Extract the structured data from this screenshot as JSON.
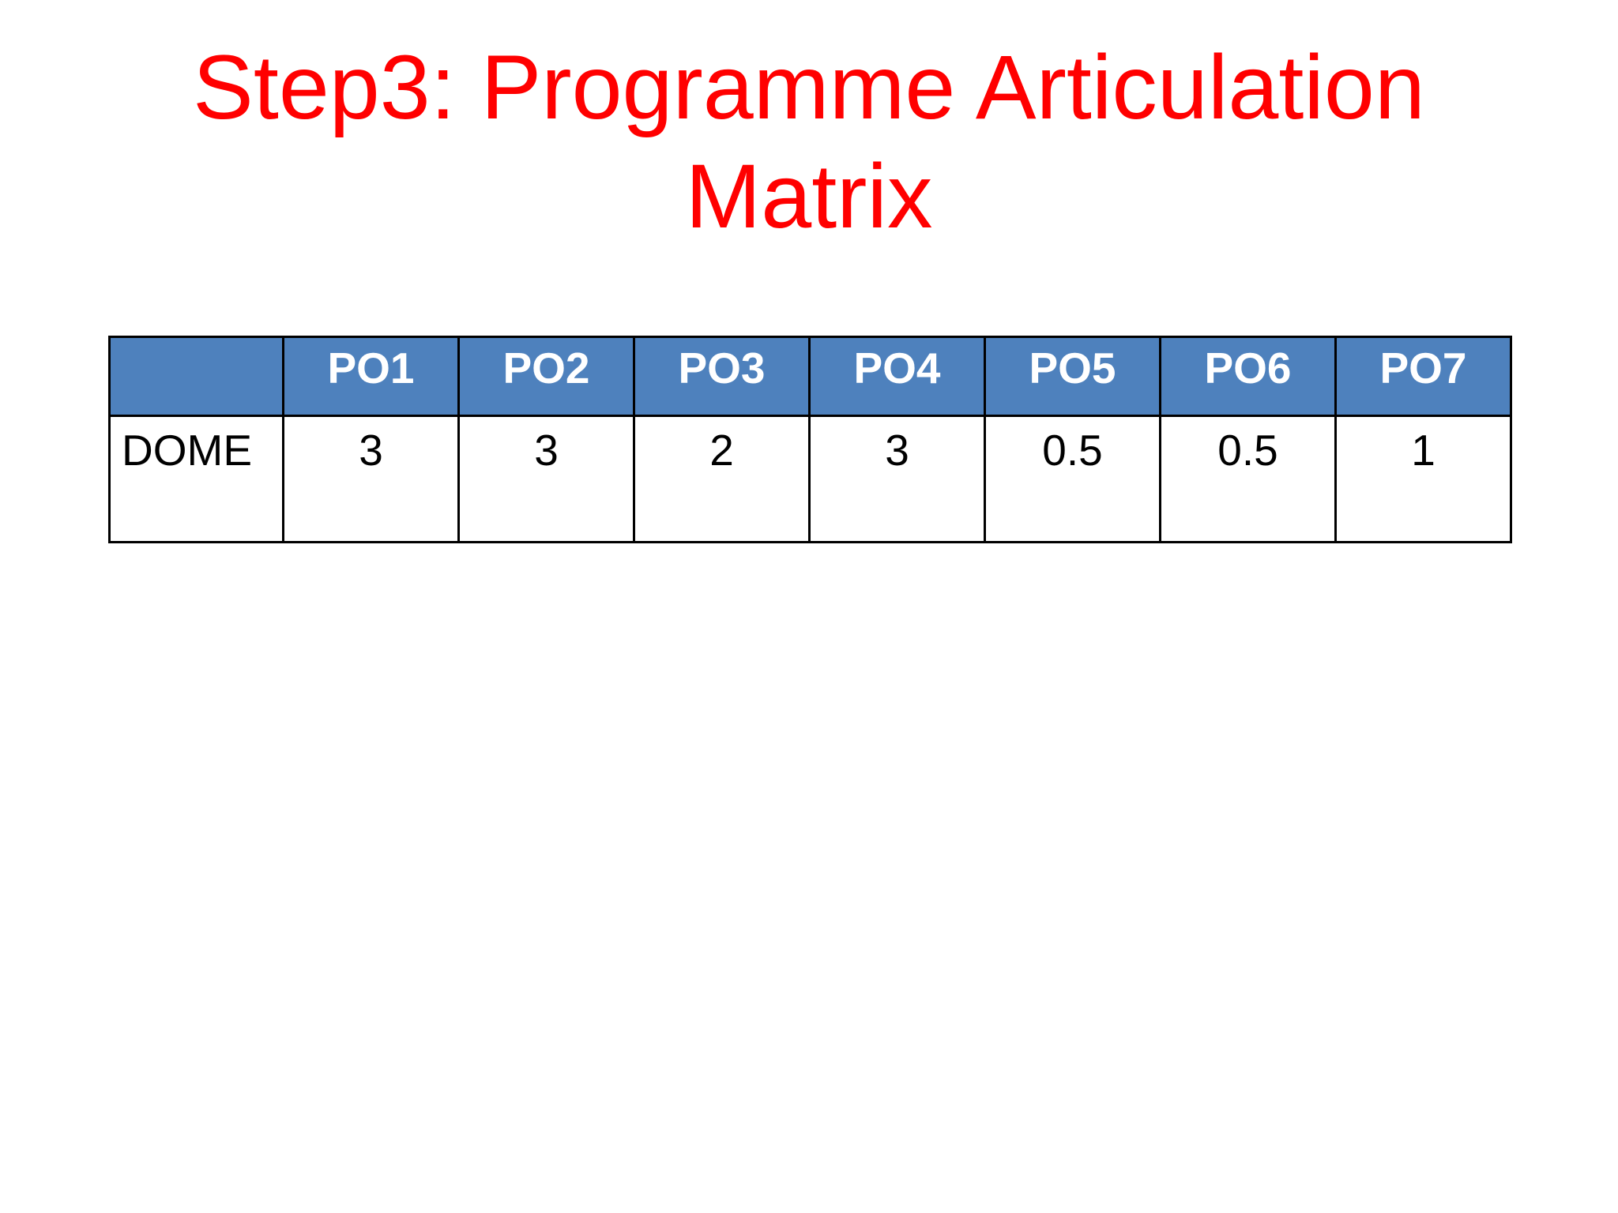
{
  "slide": {
    "title_line1": "Step3: Programme Articulation",
    "title_line2": "Matrix",
    "title_color": "#FF0000"
  },
  "table": {
    "header_bg": "#4E81BD",
    "header_text_color": "#FFFFFF",
    "border_color": "#000000",
    "columns": [
      "",
      "PO1",
      "PO2",
      "PO3",
      "PO4",
      "PO5",
      "PO6",
      "PO7"
    ],
    "rows": [
      {
        "label": "DOME",
        "values": [
          "3",
          "3",
          "2",
          "3",
          "0.5",
          "0.5",
          "1"
        ]
      }
    ]
  }
}
